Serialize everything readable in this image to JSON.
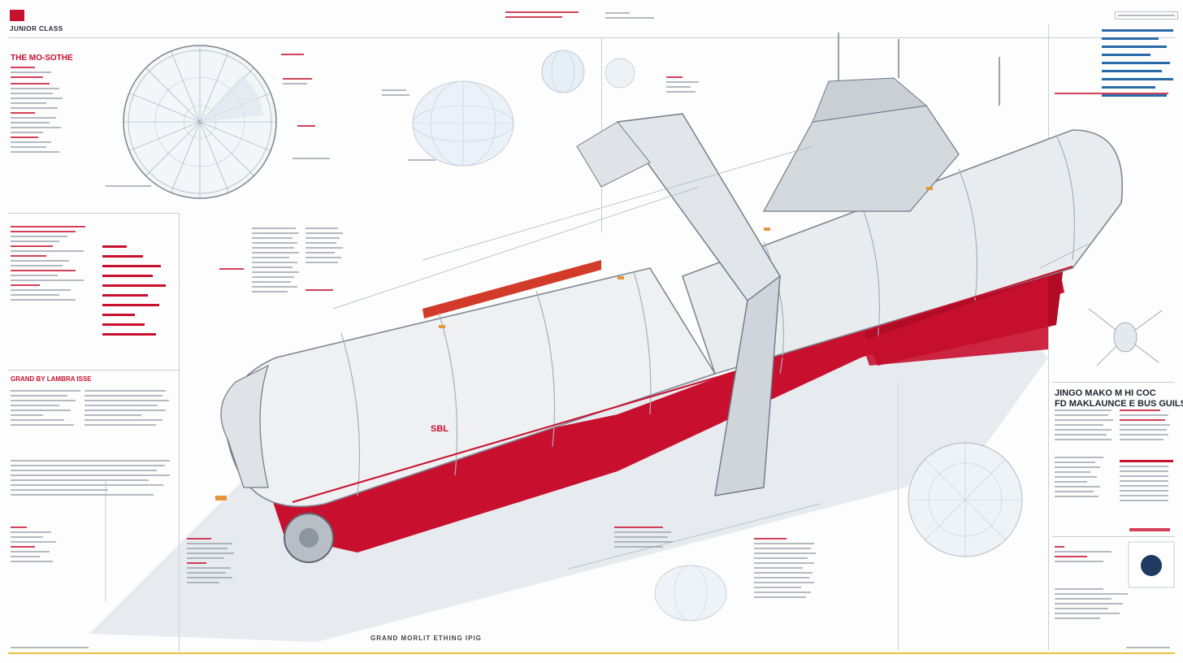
{
  "sheet": {
    "header_left": "JUNIOR CLASS",
    "title_block_line1": "THE MO-SOTHE",
    "title_block_line2": "",
    "right_heading_line1": "JINGO MAKO M HI COC",
    "right_heading_line2": "FD MAKLAUNCE E BUS GUILS",
    "left_mid_heading": "GRAND BY LAMBRA ISSE",
    "bottom_caption": "GRAND MORLIT ETHING IPIG",
    "hull_marking": "SBL"
  },
  "colors": {
    "accent": "#c8102e",
    "hull": "#eef0f2",
    "line": "#9aa3ad",
    "blue_accent": "#2b6aa8",
    "dial": "#1e3a5f"
  }
}
